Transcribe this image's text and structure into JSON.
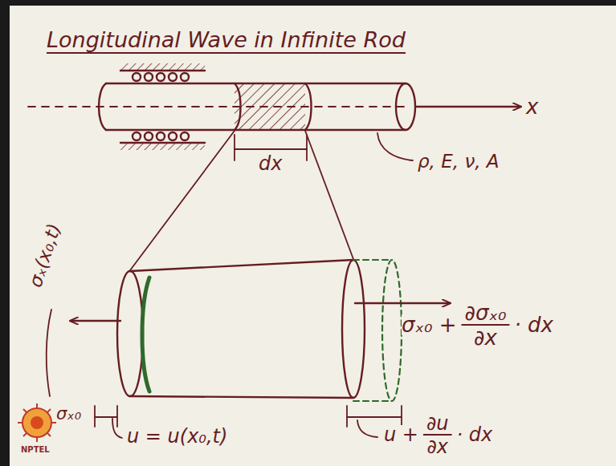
{
  "diagram": {
    "title": "Longitudinal Wave in Infinite Rod",
    "labels": [
      "x",
      "dx",
      "ρ, E, ν, A",
      "σₓ(x₀,t)",
      "σₓ₀ +",
      "∂σₓ₀",
      "∂x",
      "· dx",
      "σₓ₀",
      "u = u(x₀,t)",
      "u +",
      "∂u",
      "∂x",
      "· dx",
      "NPTEL"
    ]
  }
}
